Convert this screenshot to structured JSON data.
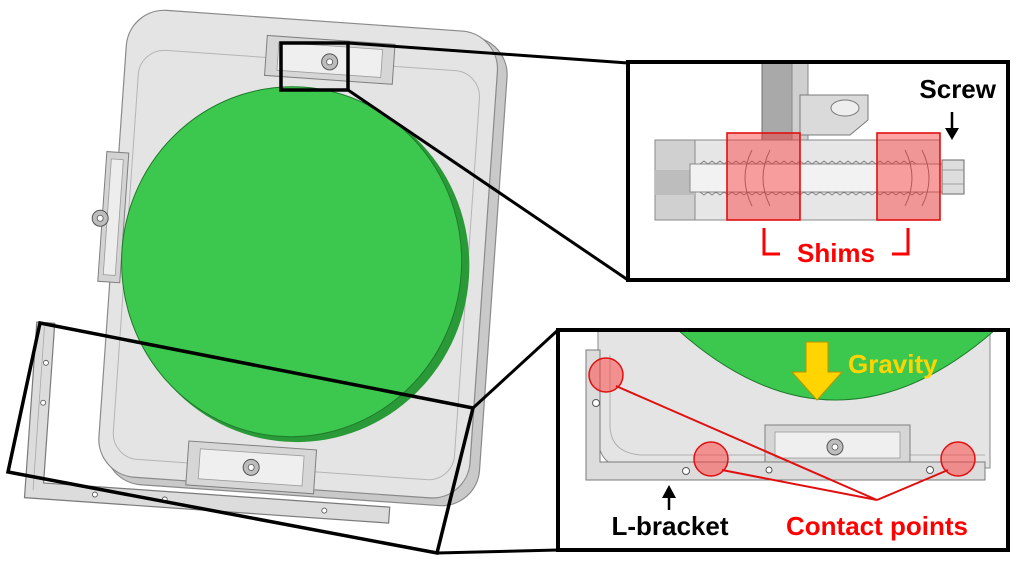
{
  "labels": {
    "screw": "Screw",
    "shims": "Shims",
    "gravity": "Gravity",
    "l_bracket": "L-bracket",
    "contact_points": "Contact points"
  },
  "colors": {
    "mirror_green": "#3cc84e",
    "shim_red": "#ff0000",
    "gravity_yellow": "#ffd400",
    "mount_gray": "#e2e2e2",
    "frame_black": "#000000"
  }
}
